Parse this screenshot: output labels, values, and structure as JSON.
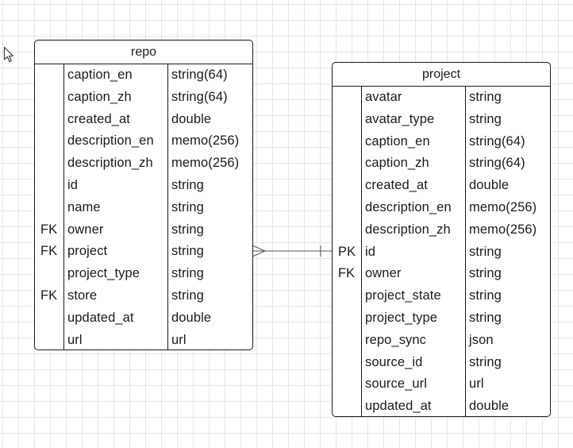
{
  "canvas": {
    "grid": true,
    "background": "#ffffff",
    "grid_color": "#e6e6e6",
    "line_color": "#1a1a1a",
    "icons": [
      "cursor-arrow-icon"
    ]
  },
  "tables": [
    {
      "title": "repo",
      "fields": [
        {
          "key": "",
          "name": "caption_en",
          "type": "string(64)"
        },
        {
          "key": "",
          "name": "caption_zh",
          "type": "string(64)"
        },
        {
          "key": "",
          "name": "created_at",
          "type": "double"
        },
        {
          "key": "",
          "name": "description_en",
          "type": "memo(256)"
        },
        {
          "key": "",
          "name": "description_zh",
          "type": "memo(256)"
        },
        {
          "key": "",
          "name": "id",
          "type": "string"
        },
        {
          "key": "",
          "name": "name",
          "type": "string"
        },
        {
          "key": "FK",
          "name": "owner",
          "type": "string"
        },
        {
          "key": "FK",
          "name": "project",
          "type": "string"
        },
        {
          "key": "",
          "name": "project_type",
          "type": "string"
        },
        {
          "key": "FK",
          "name": "store",
          "type": "string"
        },
        {
          "key": "",
          "name": "updated_at",
          "type": "double"
        },
        {
          "key": "",
          "name": "url",
          "type": "url"
        }
      ]
    },
    {
      "title": "project",
      "fields": [
        {
          "key": "",
          "name": "avatar",
          "type": "string"
        },
        {
          "key": "",
          "name": "avatar_type",
          "type": "string"
        },
        {
          "key": "",
          "name": "caption_en",
          "type": "string(64)"
        },
        {
          "key": "",
          "name": "caption_zh",
          "type": "string(64)"
        },
        {
          "key": "",
          "name": "created_at",
          "type": "double"
        },
        {
          "key": "",
          "name": "description_en",
          "type": "memo(256)"
        },
        {
          "key": "",
          "name": "description_zh",
          "type": "memo(256)"
        },
        {
          "key": "PK",
          "name": "id",
          "type": "string"
        },
        {
          "key": "FK",
          "name": "owner",
          "type": "string"
        },
        {
          "key": "",
          "name": "project_state",
          "type": "string"
        },
        {
          "key": "",
          "name": "project_type",
          "type": "string"
        },
        {
          "key": "",
          "name": "repo_sync",
          "type": "json"
        },
        {
          "key": "",
          "name": "source_id",
          "type": "string"
        },
        {
          "key": "",
          "name": "source_url",
          "type": "url"
        },
        {
          "key": "",
          "name": "updated_at",
          "type": "double"
        }
      ]
    }
  ],
  "relationships": [
    {
      "from_table": "repo",
      "from_field": "project",
      "from_cardinality": "many",
      "to_table": "project",
      "to_field": "id",
      "to_cardinality": "one"
    }
  ]
}
